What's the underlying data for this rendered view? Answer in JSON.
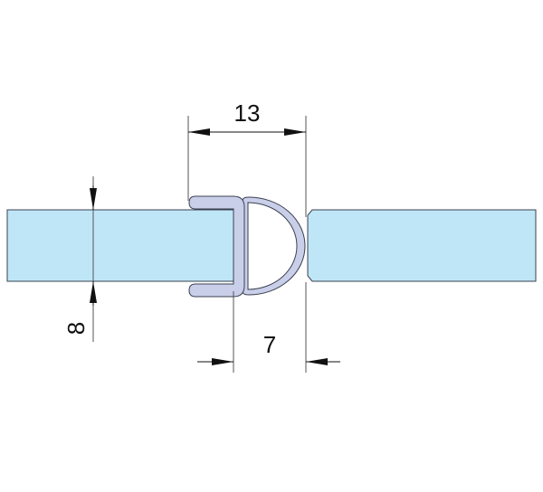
{
  "dimensions": {
    "seal_width": "13",
    "glass_thickness": "8",
    "gap": "7"
  },
  "colors": {
    "glass": "#bfe6f6",
    "seal": "#c9cfe9",
    "outline": "#3a4050",
    "dimension": "#111111"
  }
}
